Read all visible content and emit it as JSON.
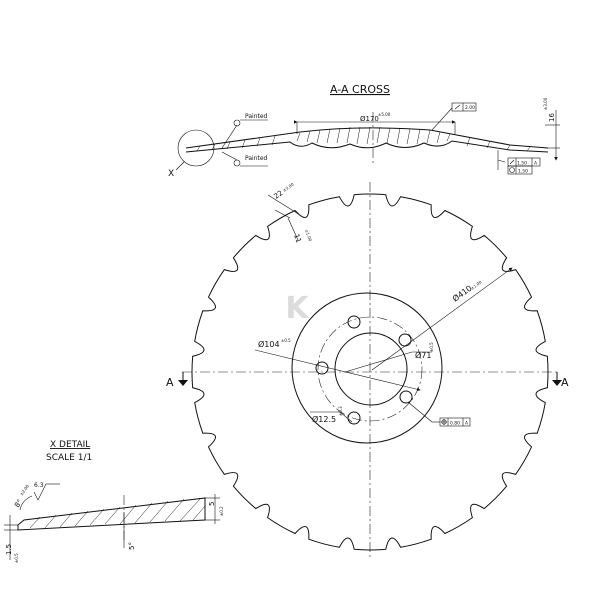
{
  "section": {
    "title": "A-A CROSS",
    "painted_label": "Painted",
    "diameter_label": "Ø170",
    "diameter_tol": "±5.00",
    "flatness_value": "2.00",
    "height_value": "16",
    "height_tol": "±3.00",
    "tol_value_1": "1.50",
    "tol_datum_1": "A",
    "tol_value_2": "1.50",
    "detail_marker": "X"
  },
  "front_view": {
    "section_marker": "A",
    "notch_width": "22",
    "notch_width_tol": "±3.00",
    "notch_depth": "11",
    "notch_depth_tol": "±1.00",
    "outer_diameter": "Ø410",
    "outer_diameter_tol": "±1.00",
    "bolt_circle": "Ø104",
    "bolt_circle_tol": "±0.5",
    "bore_diameter": "Ø71",
    "bore_tol": "±0.5",
    "hole_diameter": "Ø12.5",
    "hole_tol": "±0.3",
    "position_tol": "0.80",
    "position_datum": "A"
  },
  "x_detail": {
    "title": "X DETAIL",
    "scale": "SCALE 1/1",
    "roughness": "6.3",
    "edge_angle": "8°",
    "edge_angle_tol": "±2.00",
    "thickness": "5",
    "thickness_tol": "±0.2",
    "bevel_angle": "5°",
    "edge_thickness": "1.5",
    "edge_thickness_tol": "±0.5"
  },
  "watermark": "K"
}
